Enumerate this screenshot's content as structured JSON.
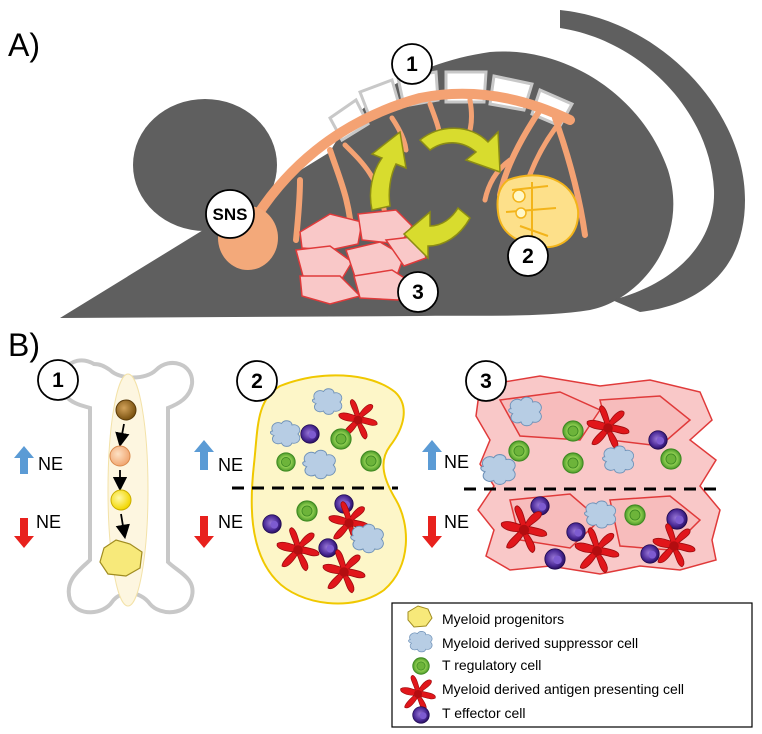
{
  "panels": {
    "a_label": "A)",
    "b_label": "B)"
  },
  "mouse": {
    "sns_label": "SNS",
    "site_1": "1",
    "site_2": "2",
    "site_3": "3"
  },
  "bone": {
    "number": "1",
    "ne_up": "NE",
    "ne_down": "NE"
  },
  "lymph_node": {
    "number": "2",
    "ne_up": "NE",
    "ne_down": "NE"
  },
  "tumor": {
    "number": "3",
    "ne_up": "NE",
    "ne_down": "NE"
  },
  "legend": {
    "items": [
      {
        "label": "Myeloid progenitors",
        "icon": "myeloid-progenitor-icon"
      },
      {
        "label": "Myeloid derived suppressor cell",
        "icon": "mdsc-icon"
      },
      {
        "label": "T regulatory cell",
        "icon": "treg-icon"
      },
      {
        "label": "Myeloid derived antigen presenting cell",
        "icon": "apc-icon"
      },
      {
        "label": "T effector cell",
        "icon": "teffector-icon"
      }
    ]
  },
  "colors": {
    "mouse": "#5f5f5f",
    "nerve": "#f4a273",
    "tissue_pink": "#f9c8c8",
    "lymph_yellow": "#fdf6c8",
    "arrow_yellow": "#d8dc2e",
    "up_arrow": "#5b9bd5",
    "down_arrow": "#e8211d",
    "apc_red": "#e1161b",
    "treg_green": "#7bc043",
    "teff_purple": "#3b1a7a",
    "mdsc_blue": "#b7cde4"
  }
}
